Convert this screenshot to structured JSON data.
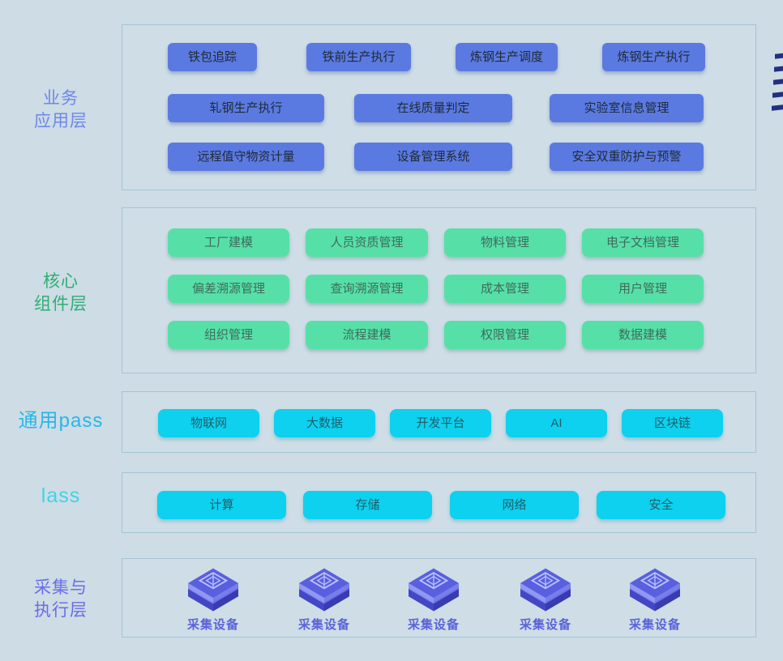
{
  "colors": {
    "background": "#cddce5",
    "panel_border": "#a4c4d6",
    "business_button": "#5b7ae1",
    "core_button": "#56e0a8",
    "paas_button": "#0dd1ee",
    "iaas_button": "#0dd1ee",
    "business_label": "#6d88e8",
    "core_label": "#2fae74",
    "paas_label": "#29b6e9",
    "iaas_label": "#3fd4e6",
    "devices_label": "#6a6de9",
    "device_cube": "#5a5fe0",
    "edge_marks": "#233080"
  },
  "layers": [
    {
      "name": "业务应用层",
      "label_lines": [
        "业务",
        "应用层"
      ],
      "rows": [
        [
          "铁包追踪",
          "铁前生产执行",
          "炼钢生产调度",
          "炼钢生产执行"
        ],
        [
          "轧钢生产执行",
          "在线质量判定",
          "实验室信息管理"
        ],
        [
          "远程值守物资计量",
          "设备管理系统",
          "安全双重防护与预警"
        ]
      ]
    },
    {
      "name": "核心组件层",
      "label_lines": [
        "核心",
        "组件层"
      ],
      "rows": [
        [
          "工厂建模",
          "人员资质管理",
          "物料管理",
          "电子文档管理"
        ],
        [
          "偏差溯源管理",
          "查询溯源管理",
          "成本管理",
          "用户管理"
        ],
        [
          "组织管理",
          "流程建模",
          "权限管理",
          "数据建模"
        ]
      ]
    },
    {
      "name": "通用pass",
      "label_lines": [
        "通用pass"
      ],
      "rows": [
        [
          "物联网",
          "大数据",
          "开发平台",
          "AI",
          "区块链"
        ]
      ]
    },
    {
      "name": "lass",
      "label_lines": [
        "lass"
      ],
      "rows": [
        [
          "计算",
          "存储",
          "网络",
          "安全"
        ]
      ]
    },
    {
      "name": "采集与执行层",
      "label_lines": [
        "采集与",
        "执行层"
      ],
      "devices": [
        "采集设备",
        "采集设备",
        "采集设备",
        "采集设备",
        "采集设备"
      ]
    }
  ]
}
